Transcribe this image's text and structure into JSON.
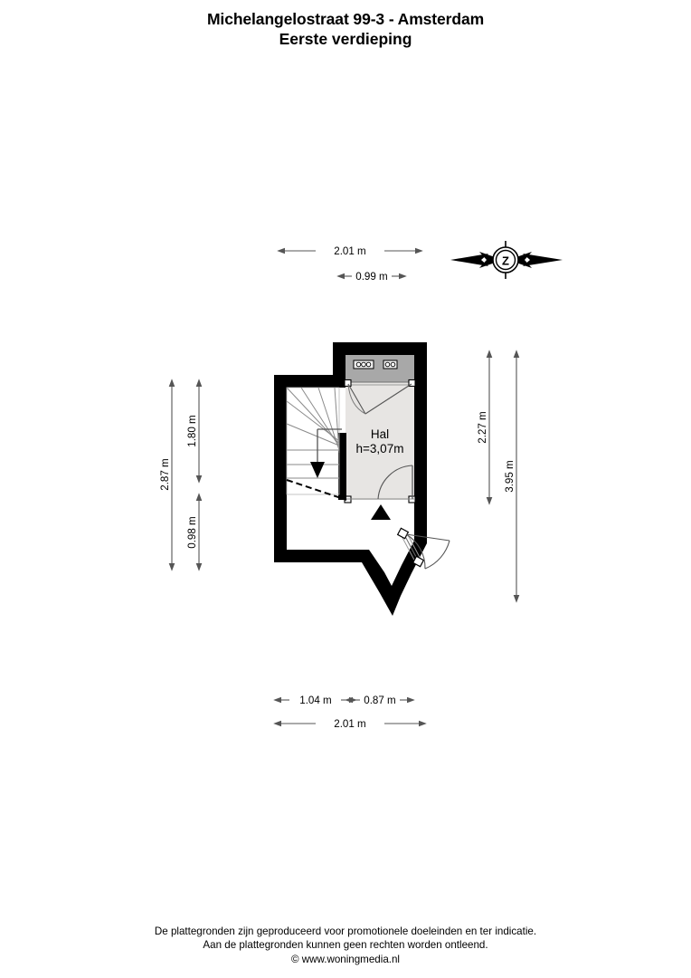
{
  "title": {
    "address": "Michelangelostraat 99-3 - Amsterdam",
    "floor": "Eerste verdieping"
  },
  "compass": {
    "label": "Z",
    "name": "compass-rose"
  },
  "plan": {
    "rooms": [
      {
        "name": "Hal",
        "height_label": "h=3,07m"
      }
    ],
    "colors": {
      "wall": "#000000",
      "floor": "#e7e5e3",
      "band": "#a8a8a8",
      "dimension": "#555555",
      "stair_line": "#8a8a8a"
    }
  },
  "dimensions": {
    "top": [
      {
        "label": "2.01 m"
      },
      {
        "label": "0.99 m"
      }
    ],
    "left": [
      {
        "label": "2.87 m"
      },
      {
        "label": "1.80 m"
      },
      {
        "label": "0.98 m"
      }
    ],
    "right": [
      {
        "label": "2.27 m"
      },
      {
        "label": "3.95 m"
      }
    ],
    "bottom": [
      {
        "label": "1.04 m"
      },
      {
        "label": "0.87 m"
      },
      {
        "label": "2.01 m"
      }
    ]
  },
  "footer": {
    "line1": "De plattegronden zijn geproduceerd voor promotionele doeleinden en ter indicatie.",
    "line2": "Aan de plattegronden kunnen geen rechten worden ontleend.",
    "line3": "© www.woningmedia.nl"
  }
}
